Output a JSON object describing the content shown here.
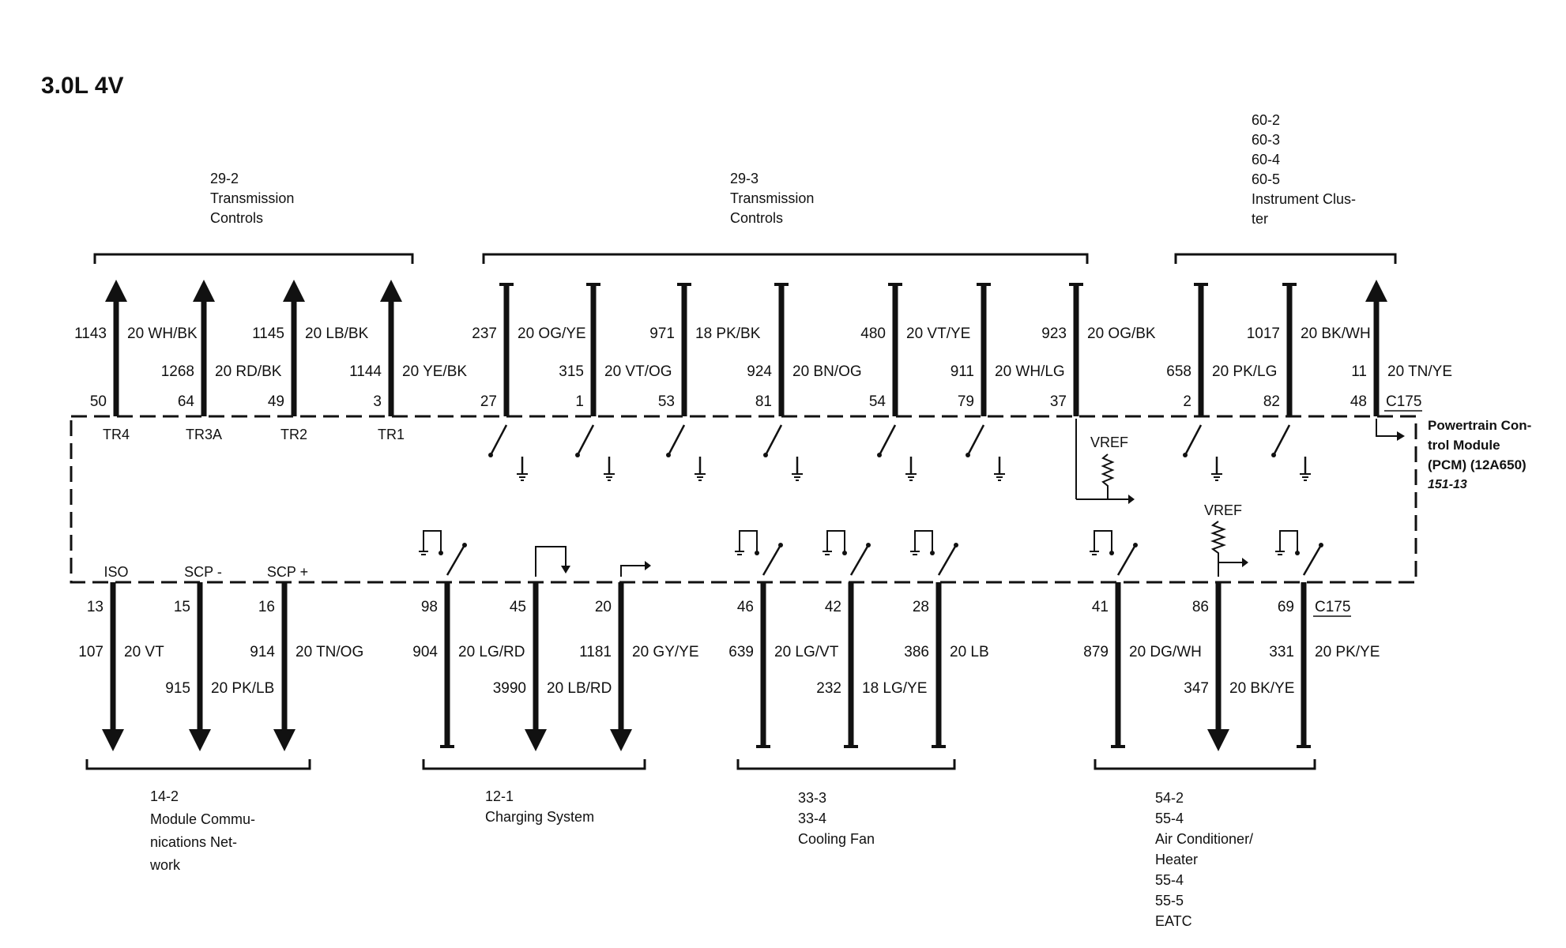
{
  "title": "3.0L 4V",
  "connector_label": "C175",
  "module": {
    "lines": [
      "Powertrain Con-",
      "trol Module",
      "(PCM) (12A650)"
    ],
    "ref": "151-13"
  },
  "top_groups": [
    {
      "id": "g-trans-1",
      "lines": [
        "29-2",
        "Transmission",
        "Controls"
      ]
    },
    {
      "id": "g-trans-2",
      "lines": [
        "29-3",
        "Transmission",
        "Controls"
      ]
    },
    {
      "id": "g-cluster",
      "lines": [
        "60-2",
        "60-3",
        "60-4",
        "60-5",
        "Instrument Clus-",
        "ter"
      ]
    }
  ],
  "bottom_groups": [
    {
      "id": "g-network",
      "lines": [
        "14-2",
        "Module Commu-",
        "nications Net-",
        "work"
      ]
    },
    {
      "id": "g-charging",
      "lines": [
        "12-1",
        "Charging System"
      ]
    },
    {
      "id": "g-fan",
      "lines": [
        "33-3",
        "33-4",
        "Cooling Fan"
      ]
    },
    {
      "id": "g-ac",
      "lines": [
        "54-2",
        "55-4",
        "Air Conditioner/",
        "Heater",
        "55-4",
        "55-5",
        "EATC"
      ]
    }
  ],
  "top_wires": [
    {
      "pin": "50",
      "circuit": "1143",
      "wire": "20 WH/BK",
      "signal": "TR4",
      "type": "out"
    },
    {
      "pin": "64",
      "circuit": "1268",
      "wire": "20 RD/BK",
      "signal": "TR3A",
      "type": "out"
    },
    {
      "pin": "49",
      "circuit": "1145",
      "wire": "20 LB/BK",
      "signal": "TR2",
      "type": "out"
    },
    {
      "pin": "3",
      "circuit": "1144",
      "wire": "20 YE/BK",
      "signal": "TR1",
      "type": "out"
    },
    {
      "pin": "27",
      "circuit": "237",
      "wire": "20 OG/YE",
      "signal": "",
      "type": "sw"
    },
    {
      "pin": "1",
      "circuit": "315",
      "wire": "20 VT/OG",
      "signal": "",
      "type": "sw"
    },
    {
      "pin": "53",
      "circuit": "971",
      "wire": "18 PK/BK",
      "signal": "",
      "type": "sw"
    },
    {
      "pin": "81",
      "circuit": "924",
      "wire": "20 BN/OG",
      "signal": "",
      "type": "sw"
    },
    {
      "pin": "54",
      "circuit": "480",
      "wire": "20 VT/YE",
      "signal": "",
      "type": "sw"
    },
    {
      "pin": "79",
      "circuit": "911",
      "wire": "20 WH/LG",
      "signal": "",
      "type": "sw"
    },
    {
      "pin": "37",
      "circuit": "923",
      "wire": "20 OG/BK",
      "signal": "VREF",
      "type": "vref"
    },
    {
      "pin": "2",
      "circuit": "658",
      "wire": "20 PK/LG",
      "signal": "",
      "type": "sw"
    },
    {
      "pin": "82",
      "circuit": "1017",
      "wire": "20 BK/WH",
      "signal": "",
      "type": "sw"
    },
    {
      "pin": "48",
      "circuit": "11",
      "wire": "20 TN/YE",
      "signal": "",
      "type": "out2"
    }
  ],
  "bottom_wires": [
    {
      "pin": "13",
      "circuit": "107",
      "wire": "20 VT",
      "signal": "ISO",
      "type": "bus"
    },
    {
      "pin": "15",
      "circuit": "915",
      "wire": "20 PK/LB",
      "signal": "SCP -",
      "type": "bus"
    },
    {
      "pin": "16",
      "circuit": "914",
      "wire": "20 TN/OG",
      "signal": "SCP +",
      "type": "bus"
    },
    {
      "pin": "98",
      "circuit": "904",
      "wire": "20 LG/RD",
      "signal": "",
      "type": "sw"
    },
    {
      "pin": "45",
      "circuit": "3990",
      "wire": "20 LB/RD",
      "signal": "",
      "type": "in"
    },
    {
      "pin": "20",
      "circuit": "1181",
      "wire": "20 GY/YE",
      "signal": "",
      "type": "out"
    },
    {
      "pin": "46",
      "circuit": "639",
      "wire": "20 LG/VT",
      "signal": "",
      "type": "sw"
    },
    {
      "pin": "42",
      "circuit": "232",
      "wire": "18 LG/YE",
      "signal": "",
      "type": "sw"
    },
    {
      "pin": "28",
      "circuit": "386",
      "wire": "20 LB",
      "signal": "",
      "type": "sw"
    },
    {
      "pin": "41",
      "circuit": "879",
      "wire": "20 DG/WH",
      "signal": "",
      "type": "sw"
    },
    {
      "pin": "86",
      "circuit": "347",
      "wire": "20 BK/YE",
      "signal": "VREF",
      "type": "vref"
    },
    {
      "pin": "69",
      "circuit": "331",
      "wire": "20 PK/YE",
      "signal": "",
      "type": "sw"
    }
  ]
}
